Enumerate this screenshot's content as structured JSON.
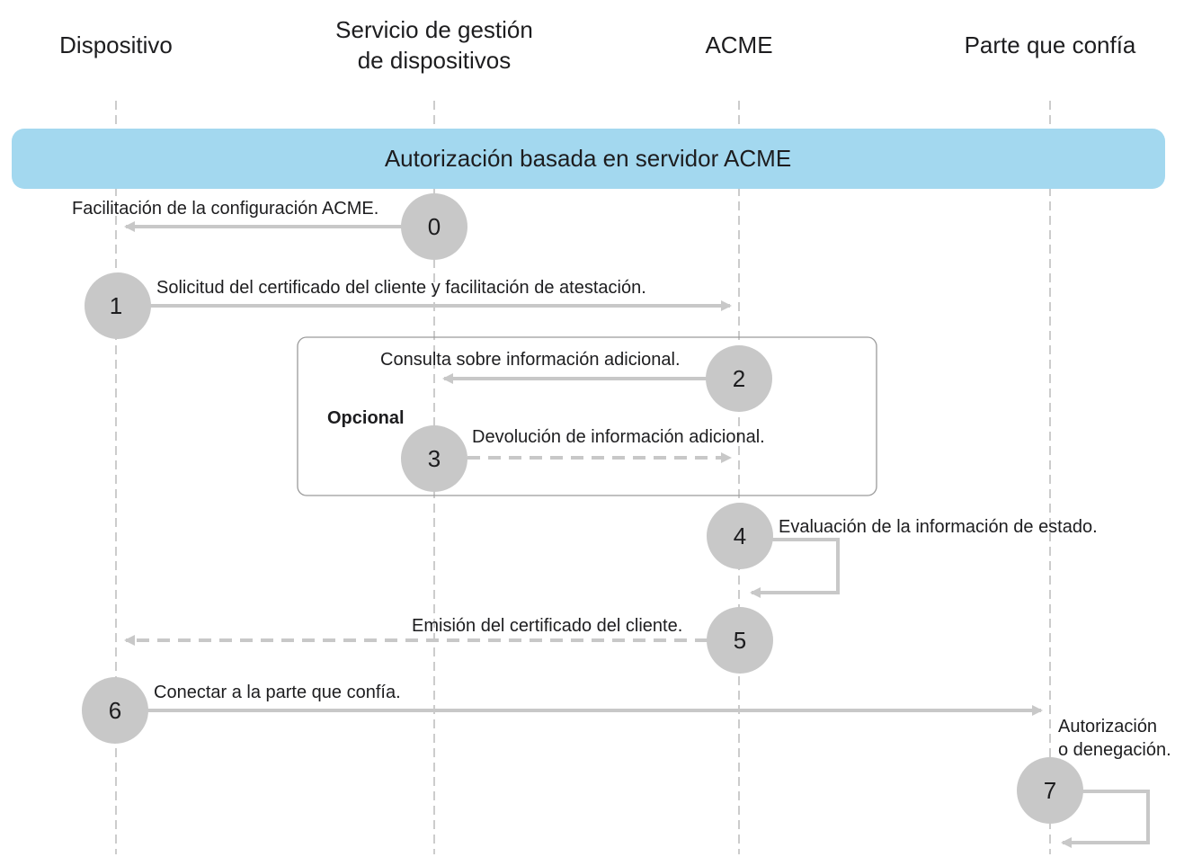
{
  "actors": [
    {
      "id": "device",
      "label_lines": [
        "Dispositivo"
      ]
    },
    {
      "id": "mdm",
      "label_lines": [
        "Servicio de gestión",
        "de dispositivos"
      ]
    },
    {
      "id": "acme",
      "label_lines": [
        "ACME"
      ]
    },
    {
      "id": "relying",
      "label_lines": [
        "Parte que confía"
      ]
    }
  ],
  "banner": {
    "text": "Autorización basada en servidor ACME",
    "color": "#a3d8ef"
  },
  "optional_group": {
    "label": "Opcional"
  },
  "steps": [
    {
      "num": "0",
      "text_lines": [
        "Facilitación de la configuración ACME."
      ],
      "from": "mdm",
      "to": "device",
      "style": "solid"
    },
    {
      "num": "1",
      "text_lines": [
        "Solicitud del certificado del cliente y facilitación de atestación."
      ],
      "from": "device",
      "to": "acme",
      "style": "solid"
    },
    {
      "num": "2",
      "text_lines": [
        "Consulta sobre información adicional."
      ],
      "from": "acme",
      "to": "mdm",
      "style": "solid"
    },
    {
      "num": "3",
      "text_lines": [
        "Devolución de información adicional."
      ],
      "from": "mdm",
      "to": "acme",
      "style": "dashed"
    },
    {
      "num": "4",
      "text_lines": [
        "Evaluación de la información de estado."
      ],
      "from": "acme",
      "to": "acme",
      "style": "self"
    },
    {
      "num": "5",
      "text_lines": [
        "Emisión del certificado del cliente."
      ],
      "from": "acme",
      "to": "device",
      "style": "dashed"
    },
    {
      "num": "6",
      "text_lines": [
        "Conectar a la parte que confía."
      ],
      "from": "device",
      "to": "relying",
      "style": "solid"
    },
    {
      "num": "7",
      "text_lines": [
        "Autorización",
        "o denegación."
      ],
      "from": "relying",
      "to": "relying",
      "style": "self"
    }
  ],
  "colors": {
    "arrow": "#c8c8c8",
    "circle": "#c8c8c8",
    "lifeline": "#b0b0b0",
    "box_border": "#9a9a9a",
    "text": "#1d1d1f"
  }
}
